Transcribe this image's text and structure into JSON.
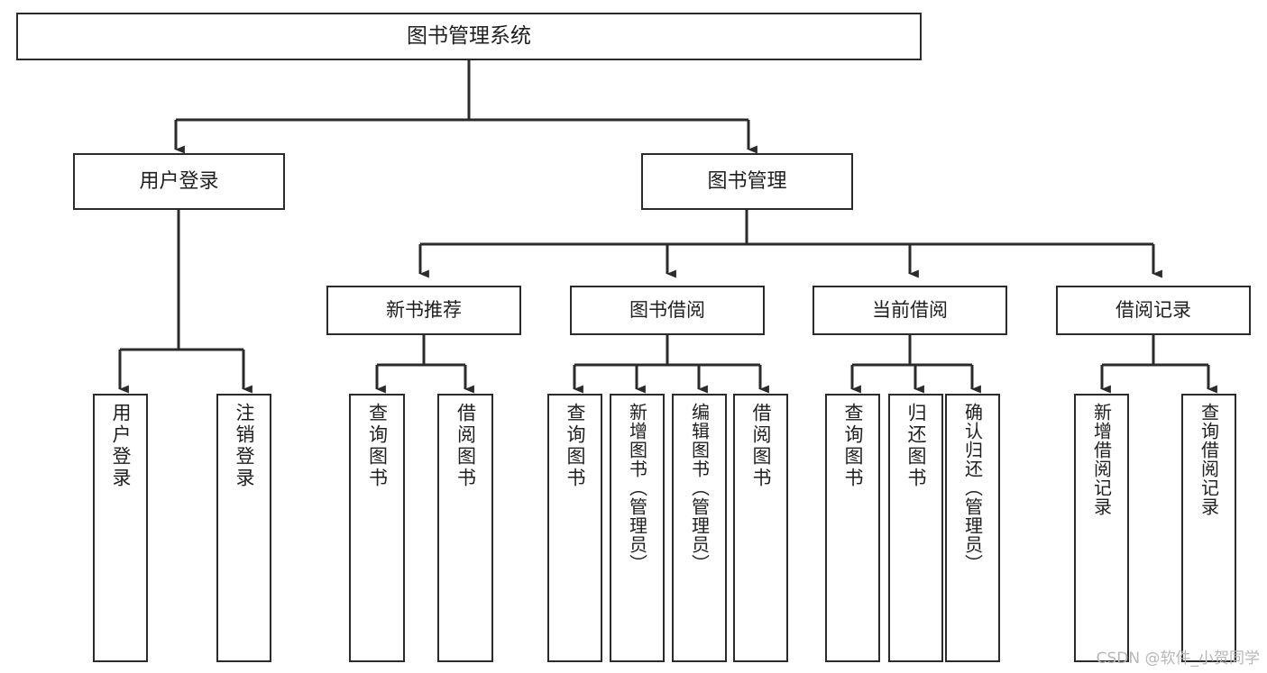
{
  "diagram": {
    "title": "图书管理系统",
    "root": {
      "id": "root",
      "label": "图书管理系统"
    },
    "level2": [
      {
        "id": "user-login",
        "label": "用户登录"
      },
      {
        "id": "book-manage",
        "label": "图书管理"
      }
    ],
    "level3": [
      {
        "id": "new-book-recommend",
        "label": "新书推荐"
      },
      {
        "id": "book-borrow",
        "label": "图书借阅"
      },
      {
        "id": "current-borrow",
        "label": "当前借阅"
      },
      {
        "id": "borrow-record",
        "label": "借阅记录"
      }
    ],
    "leaves": [
      {
        "id": "leaf-user-login",
        "label": "用户登录"
      },
      {
        "id": "leaf-logout-login",
        "label": "注销登录"
      },
      {
        "id": "leaf-query-book-1",
        "label": "查询图书"
      },
      {
        "id": "leaf-borrow-book-1",
        "label": "借阅图书"
      },
      {
        "id": "leaf-query-book-2",
        "label": "查询图书"
      },
      {
        "id": "leaf-add-book",
        "label": "新增图书（管理员）"
      },
      {
        "id": "leaf-edit-book",
        "label": "编辑图书（管理员）"
      },
      {
        "id": "leaf-borrow-book-2",
        "label": "借阅图书"
      },
      {
        "id": "leaf-query-book-3",
        "label": "查询图书"
      },
      {
        "id": "leaf-return-book",
        "label": "归还图书"
      },
      {
        "id": "leaf-confirm-return",
        "label": "确认归还（管理员）"
      },
      {
        "id": "leaf-add-record",
        "label": "新增借阅记录"
      },
      {
        "id": "leaf-query-record",
        "label": "查询借阅记录"
      }
    ],
    "watermark": "CSDN @软件_小贺同学",
    "colors": {
      "stroke": "#2b2b2b",
      "fill": "#ffffff",
      "text": "#1f1f1f",
      "watermark": "#b7b7b7"
    }
  }
}
